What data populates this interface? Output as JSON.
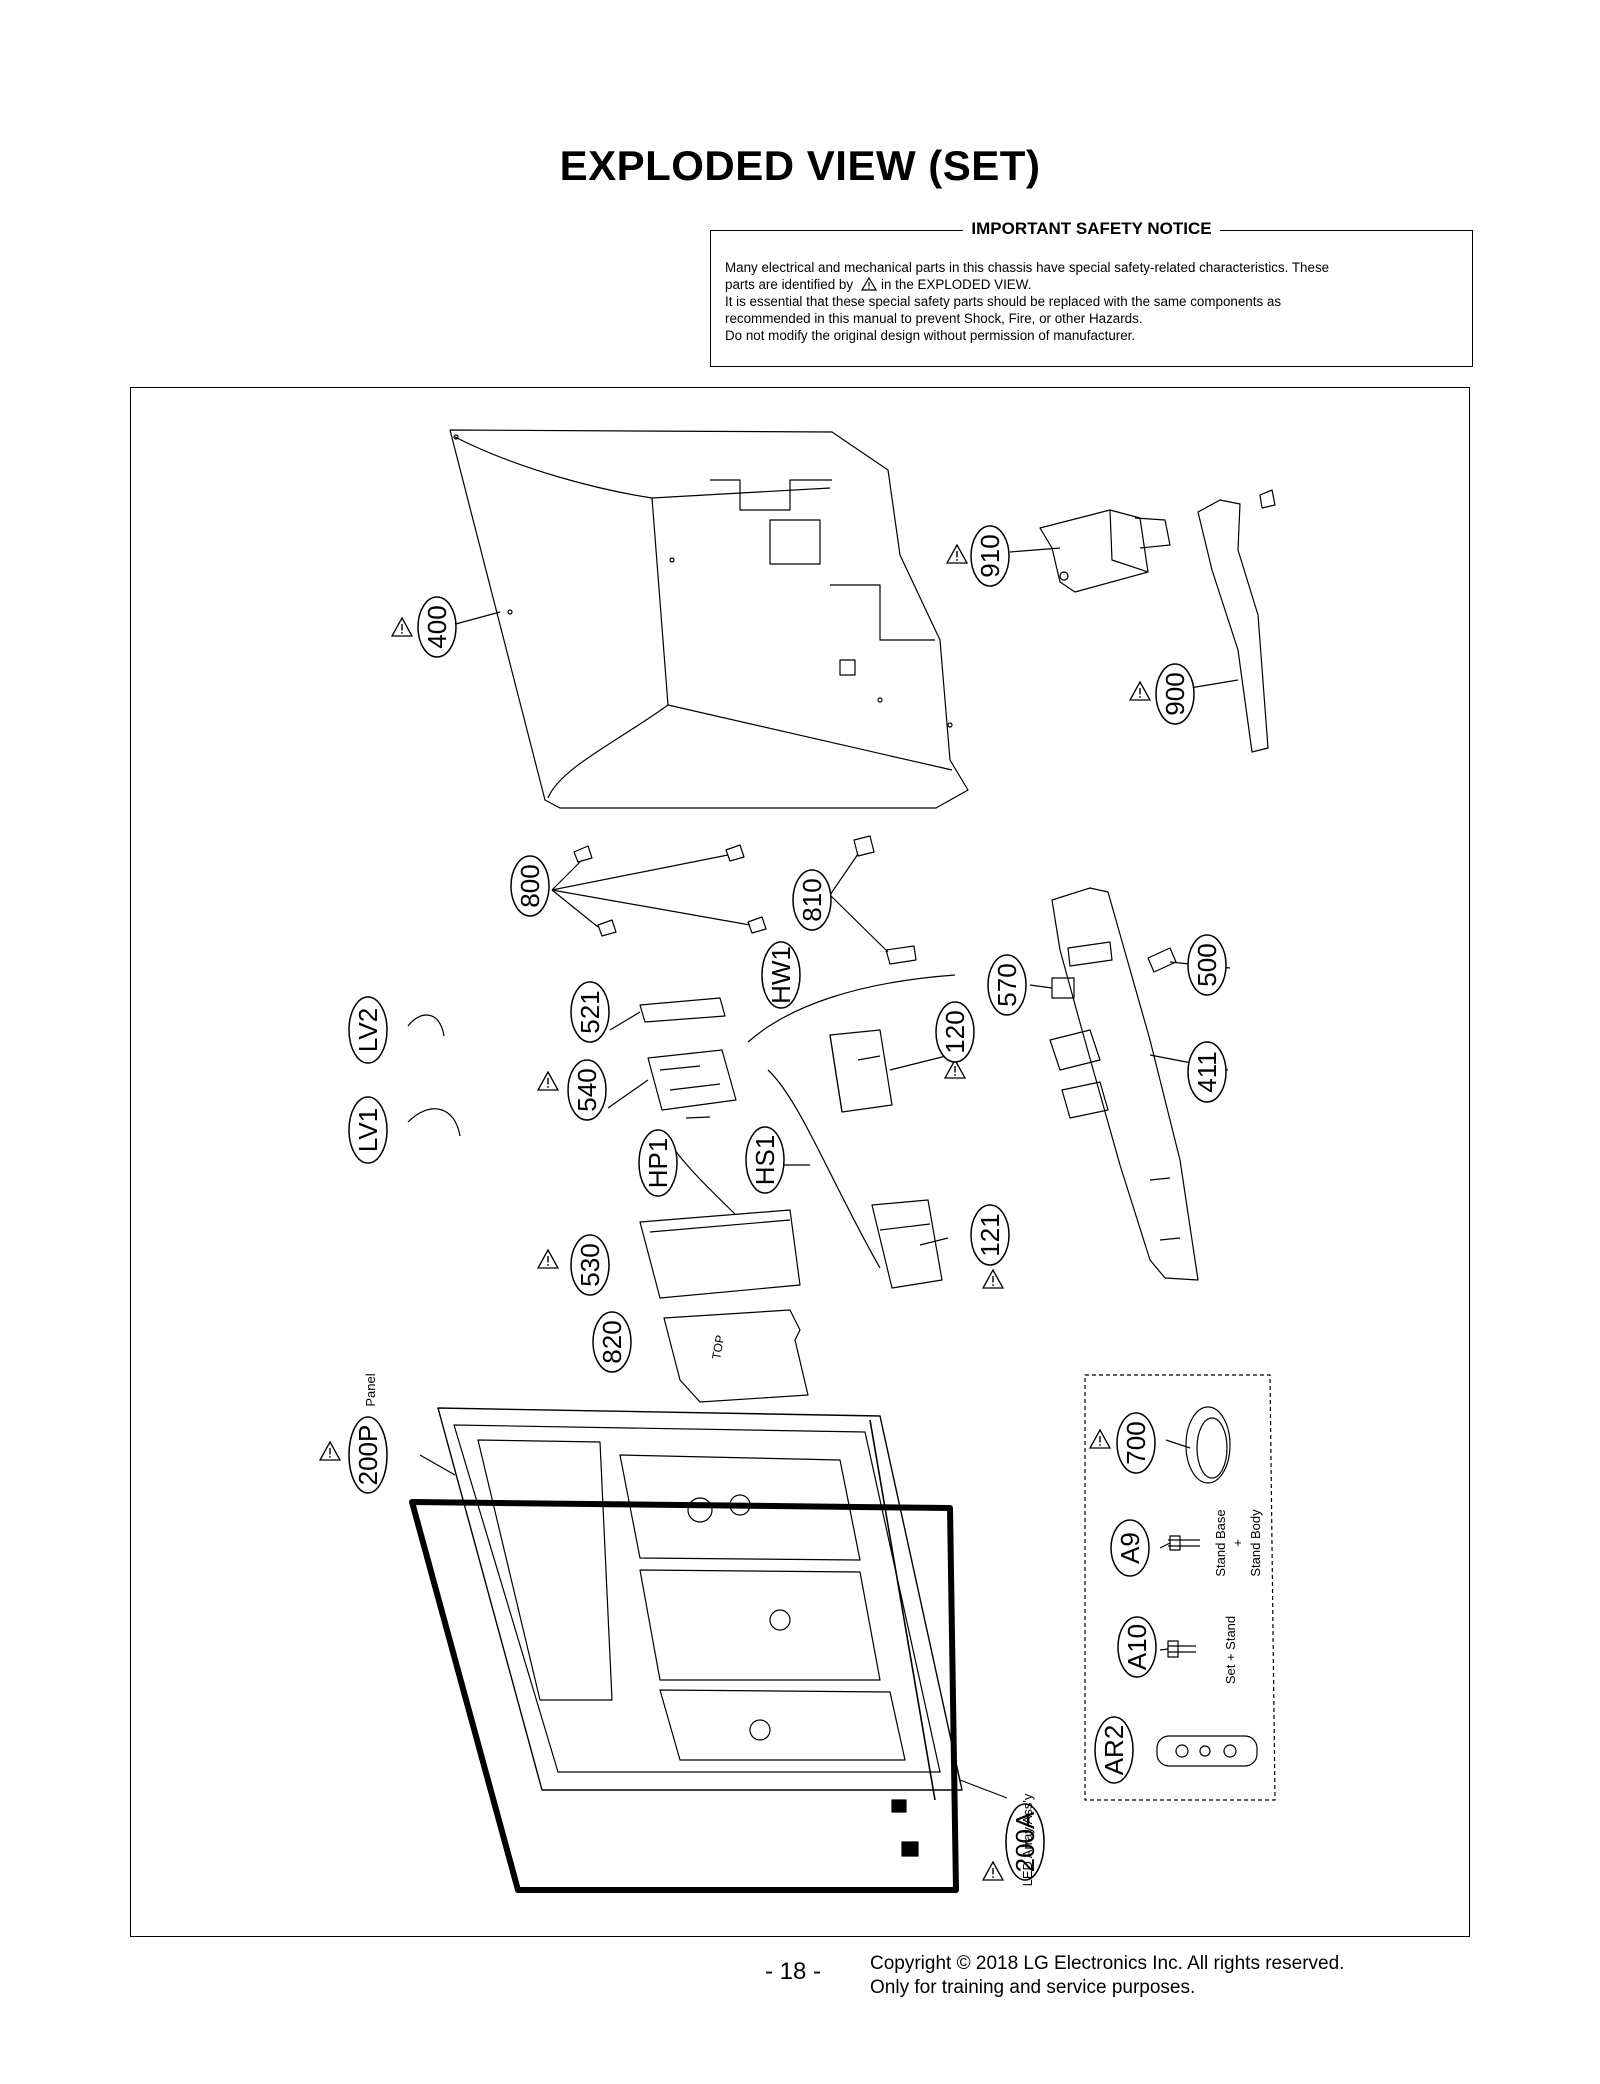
{
  "title": "EXPLODED VIEW (SET)",
  "notice": {
    "heading": "IMPORTANT SAFETY NOTICE",
    "line1": "Many electrical and mechanical parts in this chassis have special safety-related characteristics. These",
    "line2a": "parts are identified by",
    "line2b": "in the EXPLODED VIEW.",
    "line3": "It is essential that these special safety parts should be replaced with the same components as",
    "line4": "recommended in this manual to prevent Shock, Fire, or other Hazards.",
    "line5": "Do not modify the original design without permission of manufacturer."
  },
  "parts": {
    "p400": "400",
    "p910": "910",
    "p900": "900",
    "p800": "800",
    "p810": "810",
    "hw1": "HW1",
    "p570": "570",
    "p500": "500",
    "p521": "521",
    "p120": "120",
    "lv2": "LV2",
    "p540": "540",
    "p411": "411",
    "lv1": "LV1",
    "hp1": "HP1",
    "hs1": "HS1",
    "p121": "121",
    "p530": "530",
    "p820": "820",
    "p200p": "200P",
    "p700": "700",
    "a9": "A9",
    "a10": "A10",
    "ar2": "AR2",
    "p200a": "200A"
  },
  "labels": {
    "panel": "Panel",
    "stand_base": "Stand Base",
    "plus": "+",
    "stand_body": "Stand Body",
    "set_stand": "Set + Stand",
    "led_array": "LED Array Ass'y",
    "top": "TOP"
  },
  "footer": {
    "page": "- 18 -",
    "copyright": "Copyright © 2018 LG Electronics Inc. All rights reserved.",
    "training": "Only for training and service purposes."
  }
}
